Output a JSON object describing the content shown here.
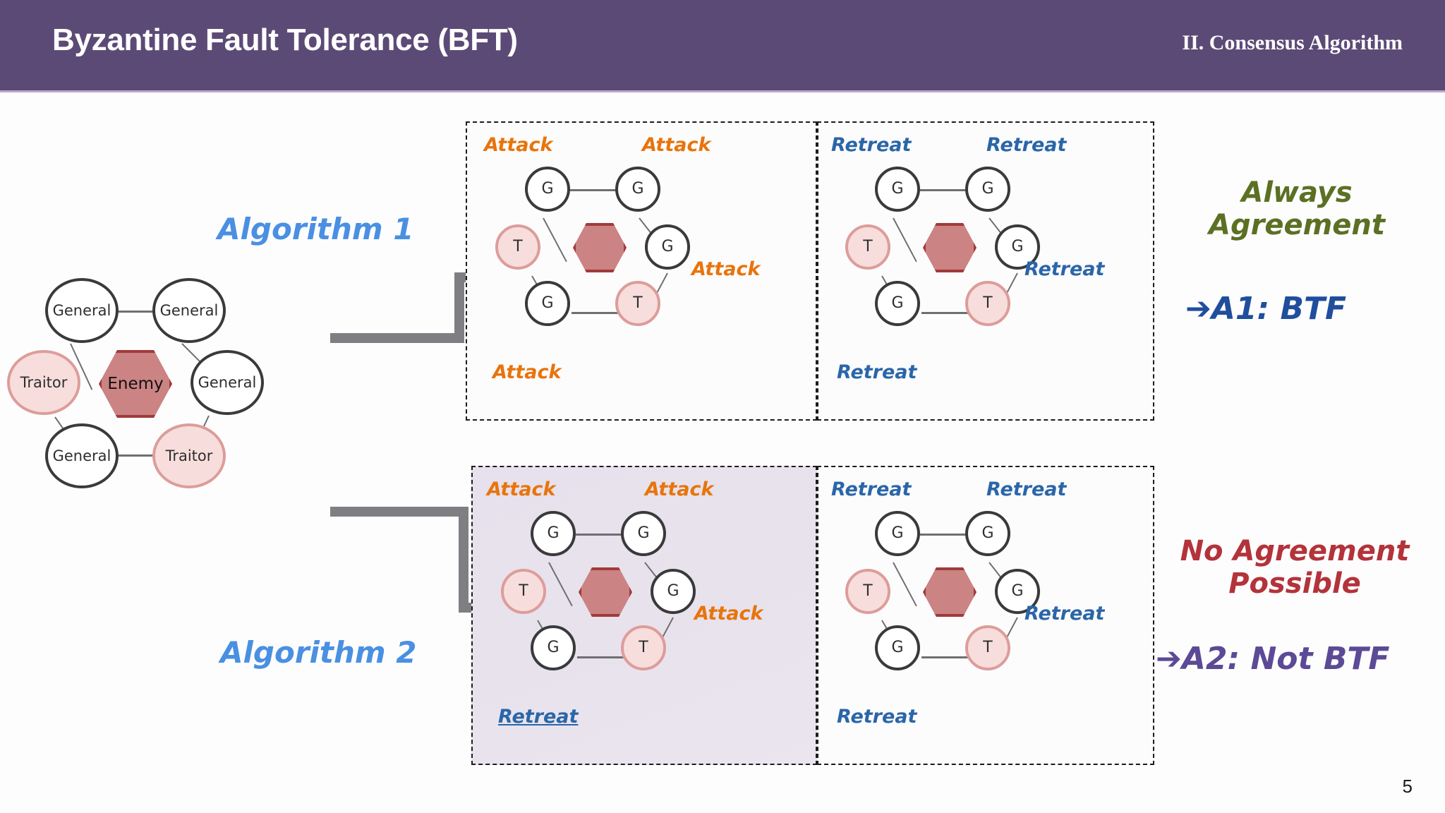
{
  "header": {
    "title": "Byzantine Fault Tolerance (BFT)",
    "section": "II. Consensus Algorithm",
    "bg_color": "#5c4a76"
  },
  "master_diagram": {
    "name": "byzantine-generals-ring",
    "center": {
      "label": "Enemy",
      "shape": "hexagon",
      "fill": "#cb8383",
      "stroke": "#a23a3a"
    },
    "nodes": [
      {
        "id": "tl",
        "label": "General",
        "type": "general"
      },
      {
        "id": "tr",
        "label": "General",
        "type": "general"
      },
      {
        "id": "r",
        "label": "General",
        "type": "general"
      },
      {
        "id": "br",
        "label": "Traitor",
        "type": "traitor"
      },
      {
        "id": "bl",
        "label": "General",
        "type": "general"
      },
      {
        "id": "l",
        "label": "Traitor",
        "type": "traitor"
      }
    ]
  },
  "branches": [
    {
      "id": "alg1",
      "label": "Algorithm 1"
    },
    {
      "id": "alg2",
      "label": "Algorithm 2"
    }
  ],
  "panels": [
    {
      "id": "p1-left",
      "row": "algorithm-1",
      "shaded": false,
      "nodes": [
        {
          "id": "tl",
          "label": "G",
          "type": "general",
          "vote": "Attack",
          "vote_tone": "attack",
          "vote_pos": "top-left"
        },
        {
          "id": "tr",
          "label": "G",
          "type": "general",
          "vote": "Attack",
          "vote_tone": "attack",
          "vote_pos": "top-right"
        },
        {
          "id": "r",
          "label": "G",
          "type": "general",
          "vote": "Attack",
          "vote_tone": "attack",
          "vote_pos": "right"
        },
        {
          "id": "br",
          "label": "T",
          "type": "traitor",
          "vote": null
        },
        {
          "id": "bl",
          "label": "G",
          "type": "general",
          "vote": "Attack",
          "vote_tone": "attack",
          "vote_pos": "bottom-left"
        },
        {
          "id": "l",
          "label": "T",
          "type": "traitor",
          "vote": null
        }
      ]
    },
    {
      "id": "p1-right",
      "row": "algorithm-1",
      "shaded": false,
      "nodes": [
        {
          "id": "tl",
          "label": "G",
          "type": "general",
          "vote": "Retreat",
          "vote_tone": "retreat",
          "vote_pos": "top-left"
        },
        {
          "id": "tr",
          "label": "G",
          "type": "general",
          "vote": "Retreat",
          "vote_tone": "retreat",
          "vote_pos": "top-right"
        },
        {
          "id": "r",
          "label": "G",
          "type": "general",
          "vote": "Retreat",
          "vote_tone": "retreat",
          "vote_pos": "right"
        },
        {
          "id": "br",
          "label": "T",
          "type": "traitor",
          "vote": null
        },
        {
          "id": "bl",
          "label": "G",
          "type": "general",
          "vote": "Retreat",
          "vote_tone": "retreat",
          "vote_pos": "bottom-left"
        },
        {
          "id": "l",
          "label": "T",
          "type": "traitor",
          "vote": null
        }
      ]
    },
    {
      "id": "p2-left",
      "row": "algorithm-2",
      "shaded": true,
      "nodes": [
        {
          "id": "tl",
          "label": "G",
          "type": "general",
          "vote": "Attack",
          "vote_tone": "attack",
          "vote_pos": "top-left"
        },
        {
          "id": "tr",
          "label": "G",
          "type": "general",
          "vote": "Attack",
          "vote_tone": "attack",
          "vote_pos": "top-right"
        },
        {
          "id": "r",
          "label": "G",
          "type": "general",
          "vote": "Attack",
          "vote_tone": "attack",
          "vote_pos": "right"
        },
        {
          "id": "br",
          "label": "T",
          "type": "traitor",
          "vote": null
        },
        {
          "id": "bl",
          "label": "G",
          "type": "general",
          "vote": "Retreat",
          "vote_tone": "retreat",
          "vote_pos": "bottom-left",
          "underlined": true
        },
        {
          "id": "l",
          "label": "T",
          "type": "traitor",
          "vote": null
        }
      ]
    },
    {
      "id": "p2-right",
      "row": "algorithm-2",
      "shaded": false,
      "nodes": [
        {
          "id": "tl",
          "label": "G",
          "type": "general",
          "vote": "Retreat",
          "vote_tone": "retreat",
          "vote_pos": "top-left"
        },
        {
          "id": "tr",
          "label": "G",
          "type": "general",
          "vote": "Retreat",
          "vote_tone": "retreat",
          "vote_pos": "top-right"
        },
        {
          "id": "r",
          "label": "G",
          "type": "general",
          "vote": "Retreat",
          "vote_tone": "retreat",
          "vote_pos": "right"
        },
        {
          "id": "br",
          "label": "T",
          "type": "traitor",
          "vote": null
        },
        {
          "id": "bl",
          "label": "G",
          "type": "general",
          "vote": "Retreat",
          "vote_tone": "retreat",
          "vote_pos": "bottom-left"
        },
        {
          "id": "l",
          "label": "T",
          "type": "traitor",
          "vote": null
        }
      ]
    }
  ],
  "conclusions": [
    {
      "id": "c1",
      "statement": "Always\nAgreement",
      "statement_color": "#5c7024",
      "result": "➔A1: BTF",
      "result_color": "#1f4e9c"
    },
    {
      "id": "c2",
      "statement": "No Agreement\nPossible",
      "statement_color": "#b3333a",
      "result": "➔A2: Not BTF",
      "result_color": "#5c4a96"
    }
  ],
  "footer": {
    "page_number": "5"
  }
}
